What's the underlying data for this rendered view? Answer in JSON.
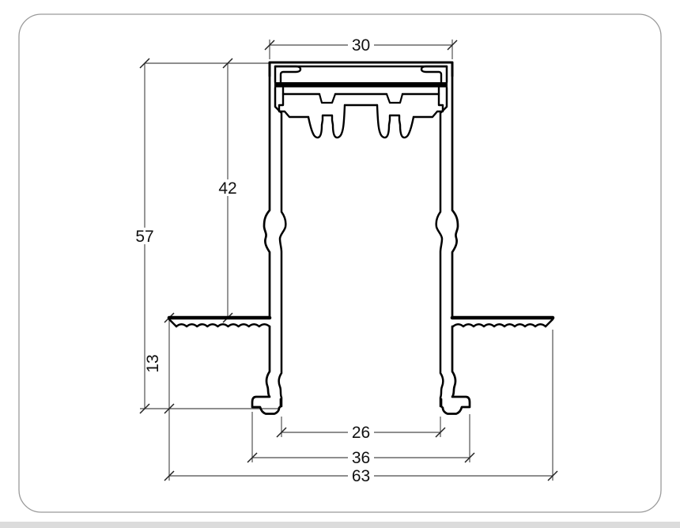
{
  "drawing": {
    "dimensions": {
      "top_width": {
        "value": "30",
        "unit_px_line": "top"
      },
      "body_height": {
        "value": "42"
      },
      "total_height": {
        "value": "57"
      },
      "flange_to_bottom": {
        "value": "13"
      },
      "inner_bottom_width": {
        "value": "26"
      },
      "outer_bottom_width": {
        "value": "36"
      },
      "total_width": {
        "value": "63"
      }
    }
  },
  "colors": {
    "line": "#000000",
    "dim": "#4a4a4a",
    "card-border": "#9a9a9a",
    "bg": "#ffffff",
    "strip": "#dcdcdc"
  }
}
